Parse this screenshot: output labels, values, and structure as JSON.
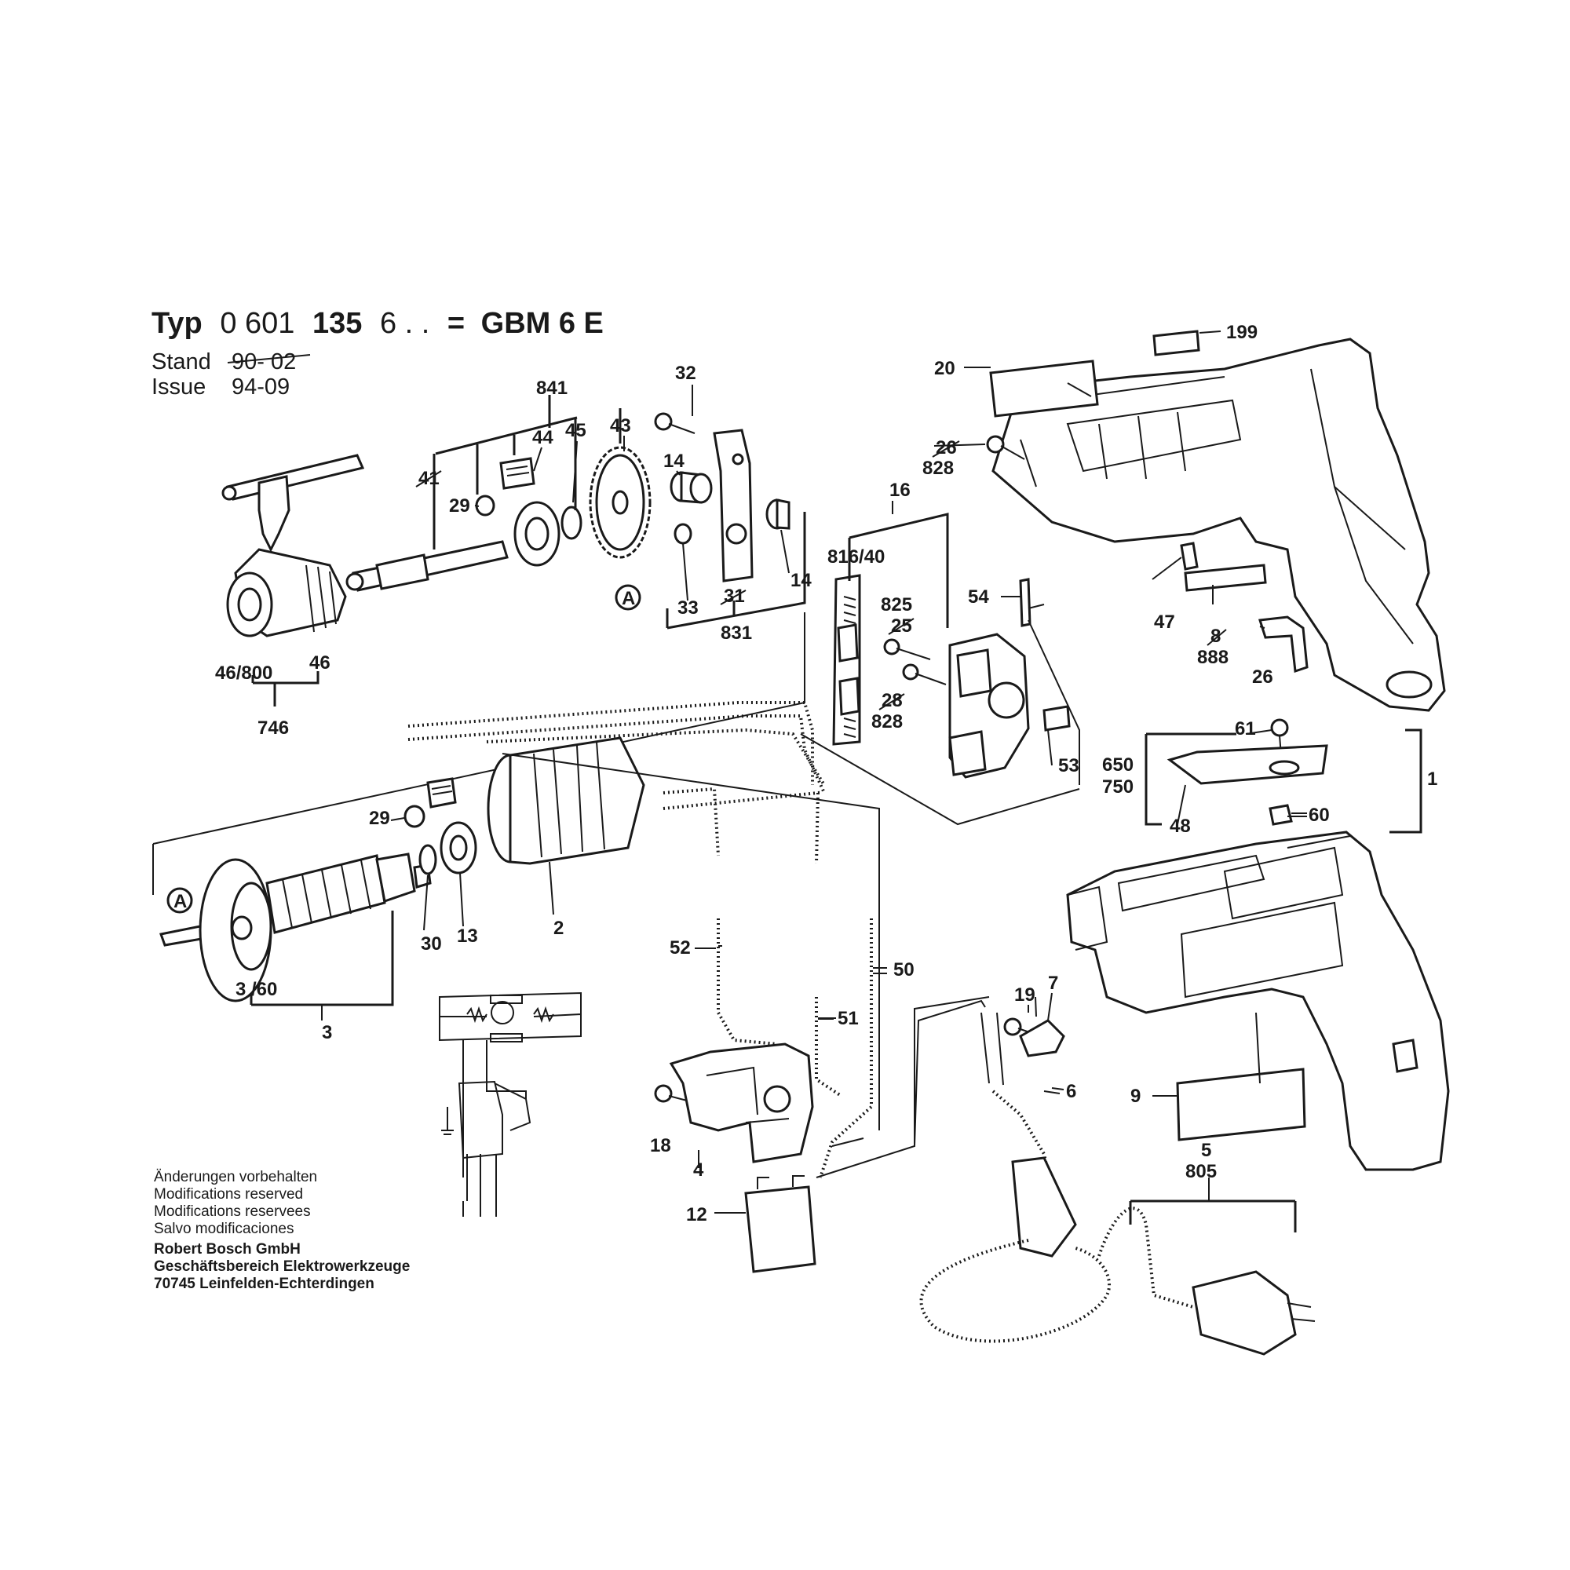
{
  "header": {
    "typ_word": "Typ",
    "typ_number_a": "0 601",
    "typ_number_b": "135",
    "typ_number_c": "6 . .",
    "typ_eq": "=",
    "model": "GBM 6 E",
    "stand_label": "Stand",
    "stand_value": "90- 02",
    "issue_label": "Issue",
    "issue_value": "94-09"
  },
  "parts": {
    "p841": "841",
    "p32": "32",
    "p44": "44",
    "p45": "45",
    "p43": "43",
    "p41": "41",
    "p29a": "29",
    "p14a": "14",
    "p14b": "14",
    "p33": "33",
    "p31": "31",
    "p831": "831",
    "pA1": "A",
    "p46_800": "46/800",
    "p46": "46",
    "p746": "746",
    "p16": "16",
    "p816_40": "816/40",
    "p825": "825",
    "p25": "25",
    "p28a": "28",
    "p828a": "828",
    "p54": "54",
    "p53": "53",
    "p20": "20",
    "p199": "199",
    "p26a": "26",
    "p828b": "828",
    "p47": "47",
    "p8": "8",
    "p888": "888",
    "p26b": "26",
    "p61": "61",
    "p650": "650",
    "p750": "750",
    "p60": "60",
    "p48": "48",
    "p1": "1",
    "p29b": "29",
    "pA2": "A",
    "p30": "30",
    "p13": "13",
    "p2": "2",
    "p3_60": "3 /60",
    "p3": "3",
    "p52": "52",
    "p50": "50",
    "p51": "51",
    "p18": "18",
    "p4": "4",
    "p12": "12",
    "p19": "19",
    "p7": "7",
    "p6": "6",
    "p9": "9",
    "p5": "5",
    "p805": "805"
  },
  "footer": {
    "line1": "Änderungen vorbehalten",
    "line2": "Modifications reserved",
    "line3": "Modifications reservees",
    "line4": "Salvo modificaciones",
    "company": "Robert Bosch GmbH",
    "division": "Geschäftsbereich Elektrowerkzeuge",
    "address": "70745 Leinfelden-Echterdingen"
  }
}
